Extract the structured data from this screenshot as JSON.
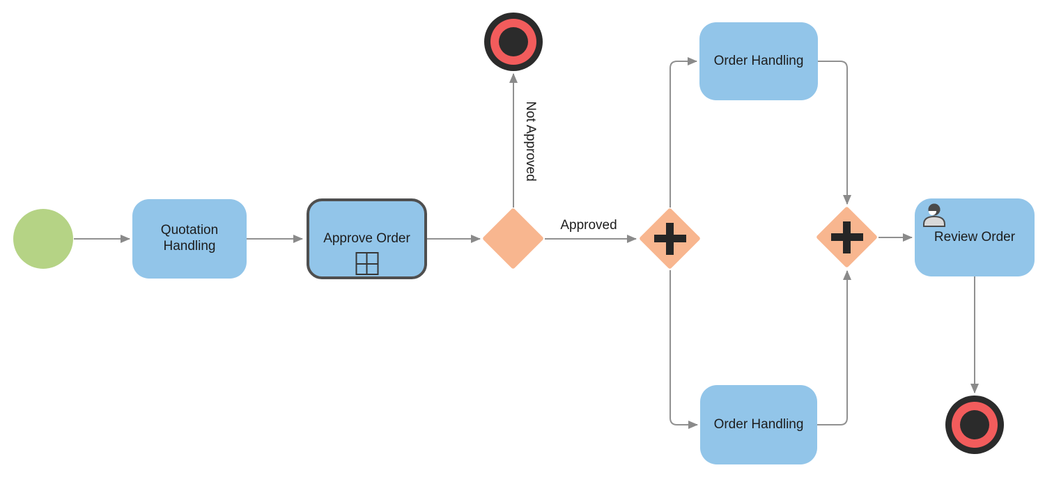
{
  "diagram": {
    "type": "BPMN process diagram",
    "nodes": {
      "start_event": {
        "type": "start-event",
        "fill": "#b5d385"
      },
      "quotation_task": {
        "label": "Quotation Handling",
        "type": "task",
        "fill": "#92c5e9"
      },
      "approve_task": {
        "label": "Approve Order",
        "type": "collapsed-subprocess",
        "marker_icon": "subprocess-grid-icon",
        "border": "#4f4f4f"
      },
      "decision_gateway": {
        "type": "exclusive-gateway",
        "fill": "#f8b68f"
      },
      "not_approved_end_event": {
        "type": "end-event",
        "ring": "#f25c5c",
        "outer": "#2b2b2b"
      },
      "parallel_split_gateway": {
        "type": "parallel-gateway",
        "marker_icon": "plus-icon",
        "fill": "#f8b68f"
      },
      "order_task_top": {
        "label": "Order Handling",
        "type": "task",
        "fill": "#92c5e9"
      },
      "order_task_bottom": {
        "label": "Order Handling",
        "type": "task",
        "fill": "#92c5e9"
      },
      "parallel_join_gateway": {
        "type": "parallel-gateway",
        "marker_icon": "plus-icon",
        "fill": "#f8b68f"
      },
      "review_task": {
        "label": "Review Order",
        "type": "user-task",
        "icon": "user-icon",
        "fill": "#92c5e9"
      },
      "final_end_event": {
        "type": "end-event",
        "ring": "#f25c5c",
        "outer": "#2b2b2b"
      }
    },
    "edges": {
      "approved": {
        "label": "Approved"
      },
      "not_approved": {
        "label": "Not Approved"
      }
    },
    "colors": {
      "connector": "#909090",
      "arrowhead": "#8a8a8a",
      "text": "#1d1d1d"
    }
  }
}
